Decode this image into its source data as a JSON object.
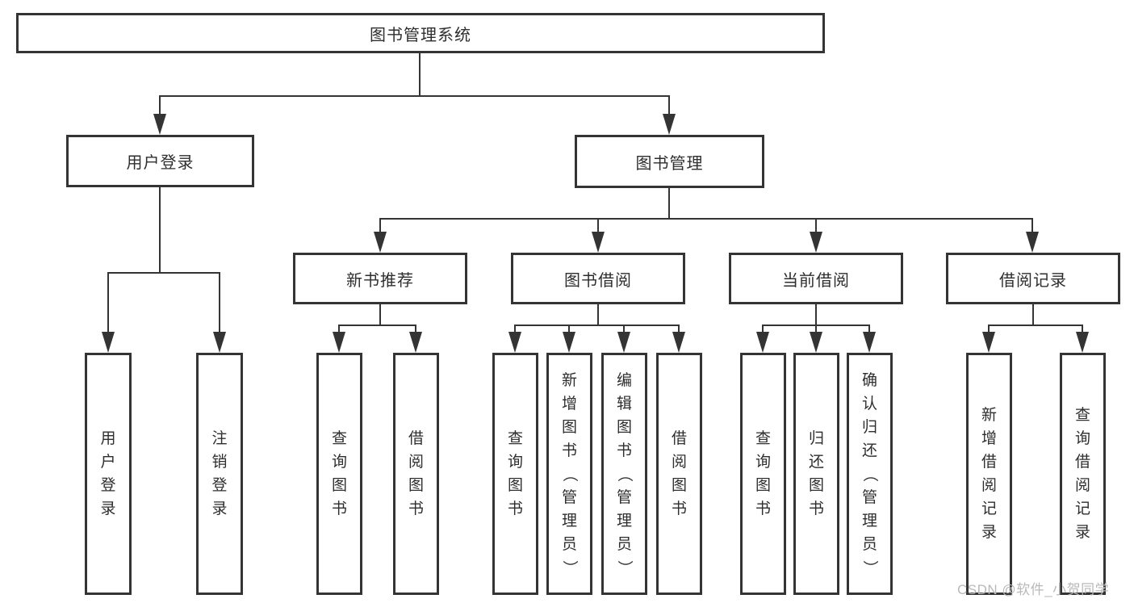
{
  "colors": {
    "line": "#343434",
    "text": "#2e2e2e",
    "box_bg": "#ffffff",
    "watermark": "#b9b9b9"
  },
  "watermark": "CSDN @软件_小贺同学",
  "tree": {
    "root": {
      "label": "图书管理系统"
    },
    "branches": [
      {
        "label": "用户登录",
        "children": [
          {
            "label": "用户登录"
          },
          {
            "label": "注销登录"
          }
        ]
      },
      {
        "label": "图书管理",
        "children": [
          {
            "label": "新书推荐",
            "children": [
              {
                "label": "查询图书"
              },
              {
                "label": "借阅图书"
              }
            ]
          },
          {
            "label": "图书借阅",
            "children": [
              {
                "label": "查询图书"
              },
              {
                "label": "新增图书（管理员）"
              },
              {
                "label": "编辑图书（管理员）"
              },
              {
                "label": "借阅图书"
              }
            ]
          },
          {
            "label": "当前借阅",
            "children": [
              {
                "label": "查询图书"
              },
              {
                "label": "归还图书"
              },
              {
                "label": "确认归还（管理员）"
              }
            ]
          },
          {
            "label": "借阅记录",
            "children": [
              {
                "label": "新增借阅记录"
              },
              {
                "label": "查询借阅记录"
              }
            ]
          }
        ]
      }
    ]
  }
}
